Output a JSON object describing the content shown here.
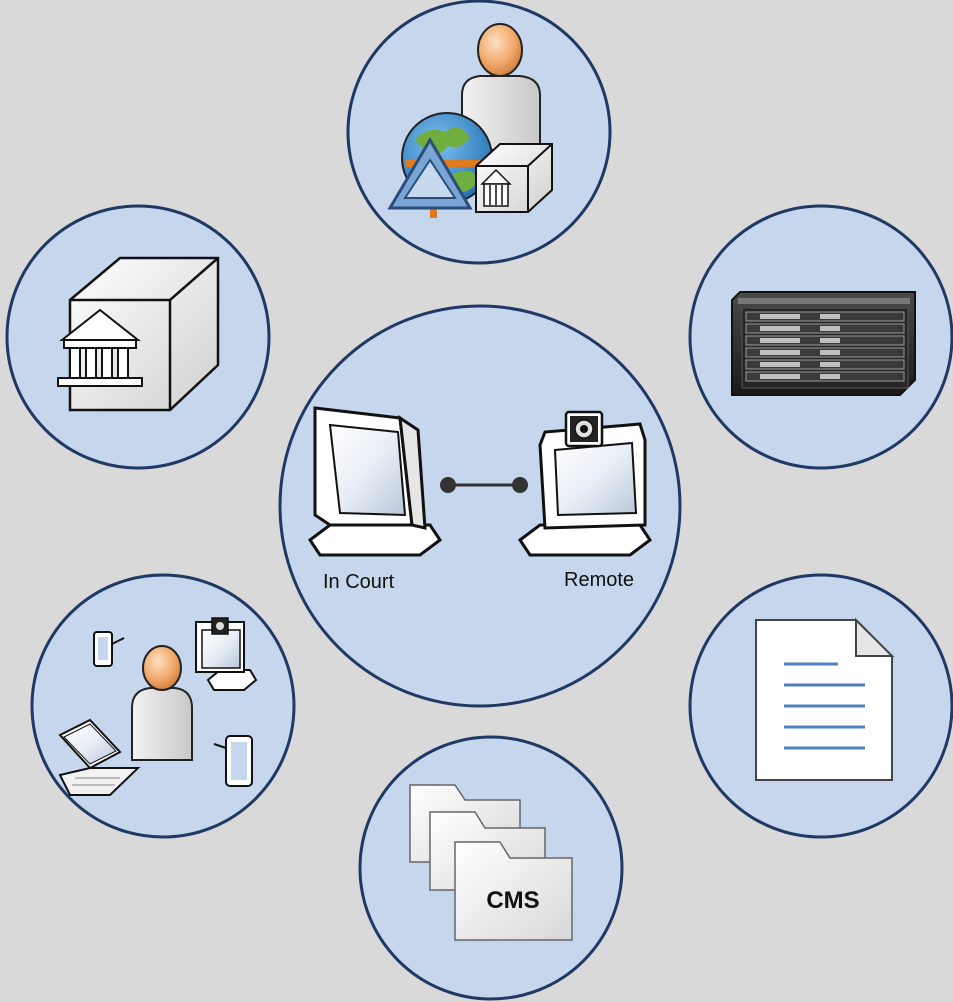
{
  "diagram": {
    "center": {
      "left_label": "In Court",
      "right_label": "Remote"
    },
    "cms_label": "CMS",
    "nodes": [
      {
        "id": "user-globe-server",
        "icon": "user-with-globe-and-server-icon"
      },
      {
        "id": "court-building-server",
        "icon": "court-building-server-icon"
      },
      {
        "id": "server-rack",
        "icon": "server-rack-icon"
      },
      {
        "id": "remote-participants",
        "icon": "user-with-devices-icon"
      },
      {
        "id": "document",
        "icon": "document-icon"
      },
      {
        "id": "case-management-system",
        "icon": "folders-icon"
      }
    ]
  },
  "colors": {
    "background": "#d9d9d9",
    "circle_fill": "#c6d6ec",
    "circle_stroke": "#1f3864",
    "document_lines": "#4f81bd"
  }
}
